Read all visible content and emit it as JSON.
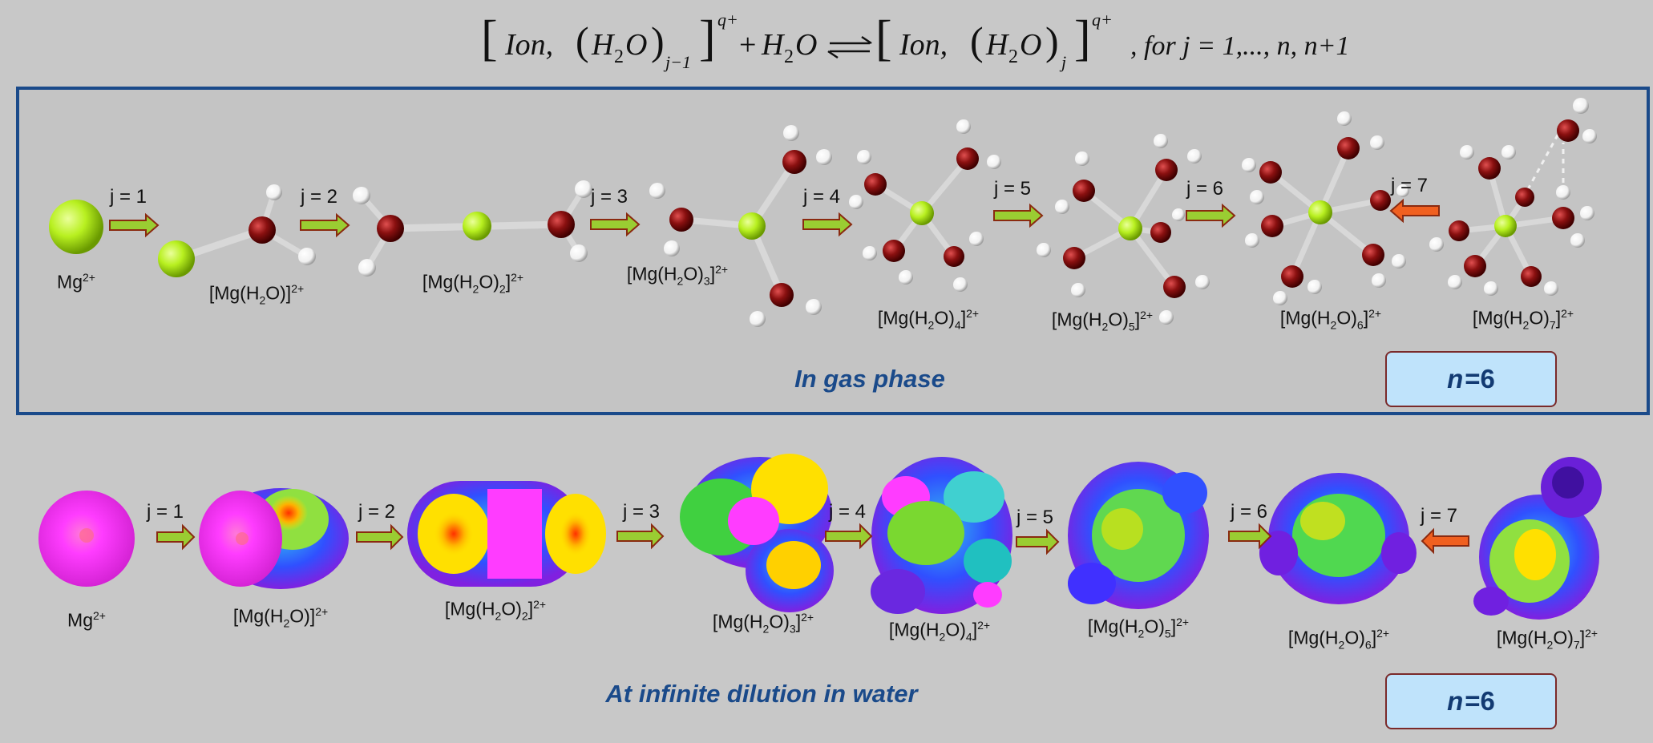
{
  "equation": {
    "ion": "Ion,",
    "h2o": "H",
    "sub2": "2",
    "o": "O",
    "jm1": "j−1",
    "j": "j",
    "charge": "q+",
    "plus": "+",
    "for_text": ", for j = 1,..., n, n+1"
  },
  "gas_panel": {
    "phase_label": "In gas phase",
    "n_box": {
      "n": "n",
      "value": "=6"
    },
    "species": [
      {
        "pre": "Mg",
        "n": "",
        "post": "",
        "charge": "2+"
      },
      {
        "pre": "[Mg(H",
        "n": "",
        "post": "O)]",
        "charge": "2+"
      },
      {
        "pre": "[Mg(H",
        "n": "2",
        "post": "]",
        "charge": "2+"
      },
      {
        "pre": "[Mg(H",
        "n": "3",
        "post": "]",
        "charge": "2+"
      },
      {
        "pre": "[Mg(H",
        "n": "4",
        "post": "]",
        "charge": "2+"
      },
      {
        "pre": "[Mg(H",
        "n": "5",
        "post": "]",
        "charge": "2+"
      },
      {
        "pre": "[Mg(H",
        "n": "6",
        "post": "]",
        "charge": "2+"
      },
      {
        "pre": "[Mg(H",
        "n": "7",
        "post": "]",
        "charge": "2+"
      }
    ],
    "steps": [
      "j = 1",
      "j = 2",
      "j = 3",
      "j = 4",
      "j = 5",
      "j = 6",
      "j = 7"
    ]
  },
  "water_panel": {
    "phase_label": "At infinite dilution in water",
    "n_box": {
      "n": "n",
      "value": "=6"
    },
    "steps": [
      "j = 1",
      "j = 2",
      "j = 3",
      "j = 4",
      "j = 5",
      "j = 6",
      "j = 7"
    ]
  },
  "colors": {
    "panel_border": "#1a4a8a",
    "phase_text": "#1a4a8a",
    "mg_atom": "#b8f020",
    "oxygen": "#8a1010",
    "hydrogen": "#ffffff",
    "forward_arrow": "#9acd32",
    "reverse_arrow": "#f06020",
    "mg_ion_surface": "#ff3cff",
    "n_box_fill": "#bfe3fb"
  }
}
